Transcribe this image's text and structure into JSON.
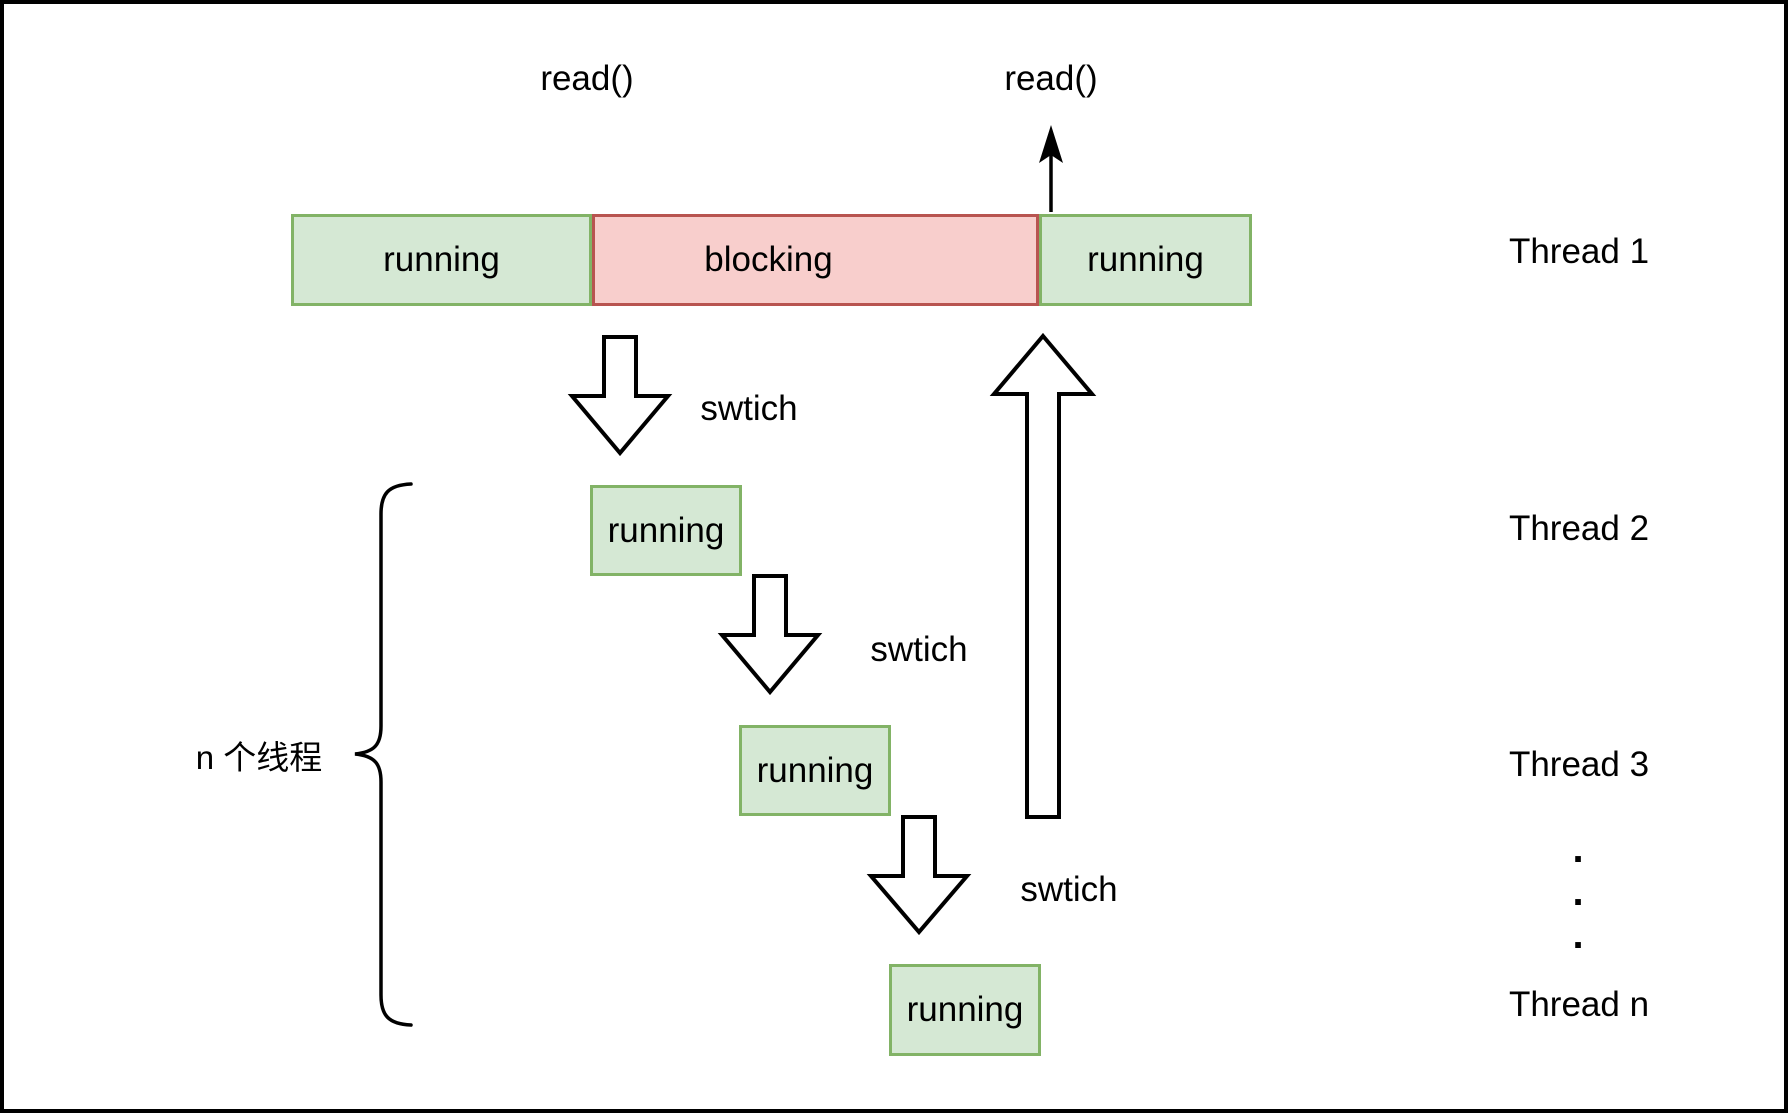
{
  "colors": {
    "green_fill": "#d5e8d4",
    "green_border": "#82b366",
    "red_fill": "#f8cecc",
    "red_border": "#b85450",
    "stroke": "#000000"
  },
  "thread1_bar": {
    "segments": [
      {
        "label": "running",
        "state": "running"
      },
      {
        "label": "blocking",
        "state": "blocking"
      },
      {
        "label": "running",
        "state": "running"
      }
    ]
  },
  "annotations": {
    "read_call_1": "read()",
    "read_call_2": "read()",
    "switch_1": "swtich",
    "switch_2": "swtich",
    "switch_3": "swtich",
    "brace_label": "n 个线程",
    "ellipsis": [
      ".",
      ".",
      "."
    ]
  },
  "cascade": [
    {
      "label": "running"
    },
    {
      "label": "running"
    },
    {
      "label": "running"
    }
  ],
  "thread_labels": [
    "Thread 1",
    "Thread 2",
    "Thread 3",
    "Thread n"
  ]
}
